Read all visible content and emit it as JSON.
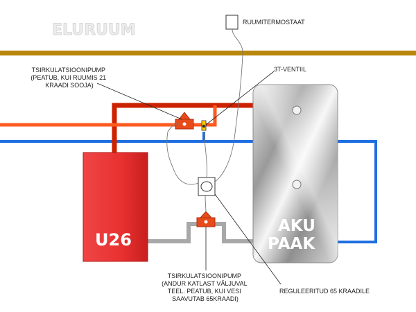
{
  "room_label": "ELURUUM",
  "thermostat_label": "RUUMITERMOSTAAT",
  "valve_label": "3T-VENTIIL",
  "pump_top_label": [
    "TSIRKULATSIOONIPUMP",
    "(PEATUB, KUI RUUMIS 21",
    "KRAADI SOOJA)"
  ],
  "pump_bottom_label": [
    "TSIRKULATSIOONIPUMP",
    "(ANDUR KATLAST VÄLJUVAL",
    "TEEL. PEATUB, KUI VESI",
    "SAAVUTAB 65KRAADI)"
  ],
  "regulator_label": "REGULEERITUD 65 KRAADILE",
  "boiler_label": "U26",
  "tank_label": [
    "AKU",
    "PAAK"
  ],
  "colors": {
    "beam": "#b8860b",
    "hot_pipe": "#cc2200",
    "warm_pipe": "#ff5a1f",
    "cold_pipe": "#1e6fe0",
    "return_pipe": "#a8a8a8",
    "boiler": "#ef3a3a",
    "tank": "#c0c0c0"
  }
}
